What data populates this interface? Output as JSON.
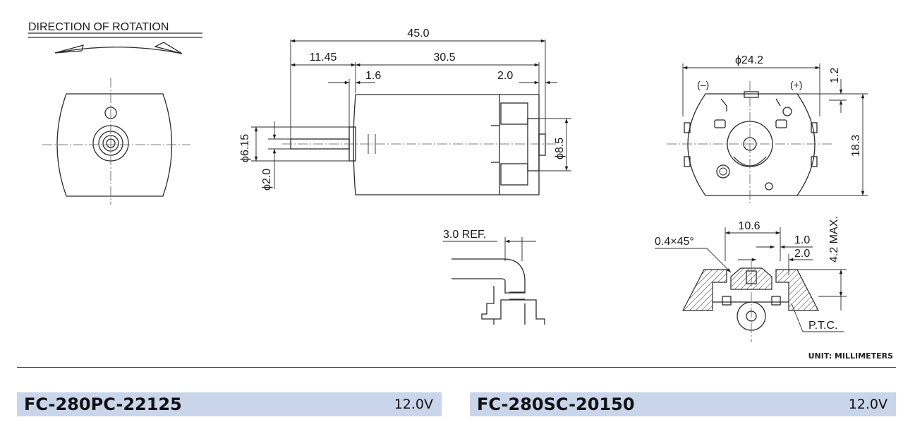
{
  "labels": {
    "direction": "DIRECTION OF ROTATION",
    "dim_overall": "45.0",
    "dim_shaft": "11.45",
    "dim_body": "30.5",
    "dim_bush": "1.6",
    "dim_end": "2.0",
    "dim_dia_bearing": "ϕ6.15",
    "dim_dia_shaft": "ϕ2.0",
    "dim_dia_endbell": "ϕ8.5",
    "dim_dia_body": "ϕ24.2",
    "pol_neg": "(–)",
    "pol_pos": "(+)",
    "dim_top": "1.2",
    "dim_height": "18.3",
    "dim_ref": "3.0 REF.",
    "dim_chamfer": "0.4×45°",
    "dim_106": "10.6",
    "dim_10": "1.0",
    "dim_20b": "2.0",
    "dim_max": "4.2 MAX.",
    "ptc": "P.T.C."
  },
  "footer": {
    "unit": "UNIT: MILLIMETERS",
    "models": [
      {
        "name": "FC-280PC-22125",
        "voltage": "12.0V"
      },
      {
        "name": "FC-280SC-20150",
        "voltage": "12.0V"
      }
    ]
  },
  "colors": {
    "model_bar": "#c9d5eb",
    "line": "#2a2a2a"
  }
}
